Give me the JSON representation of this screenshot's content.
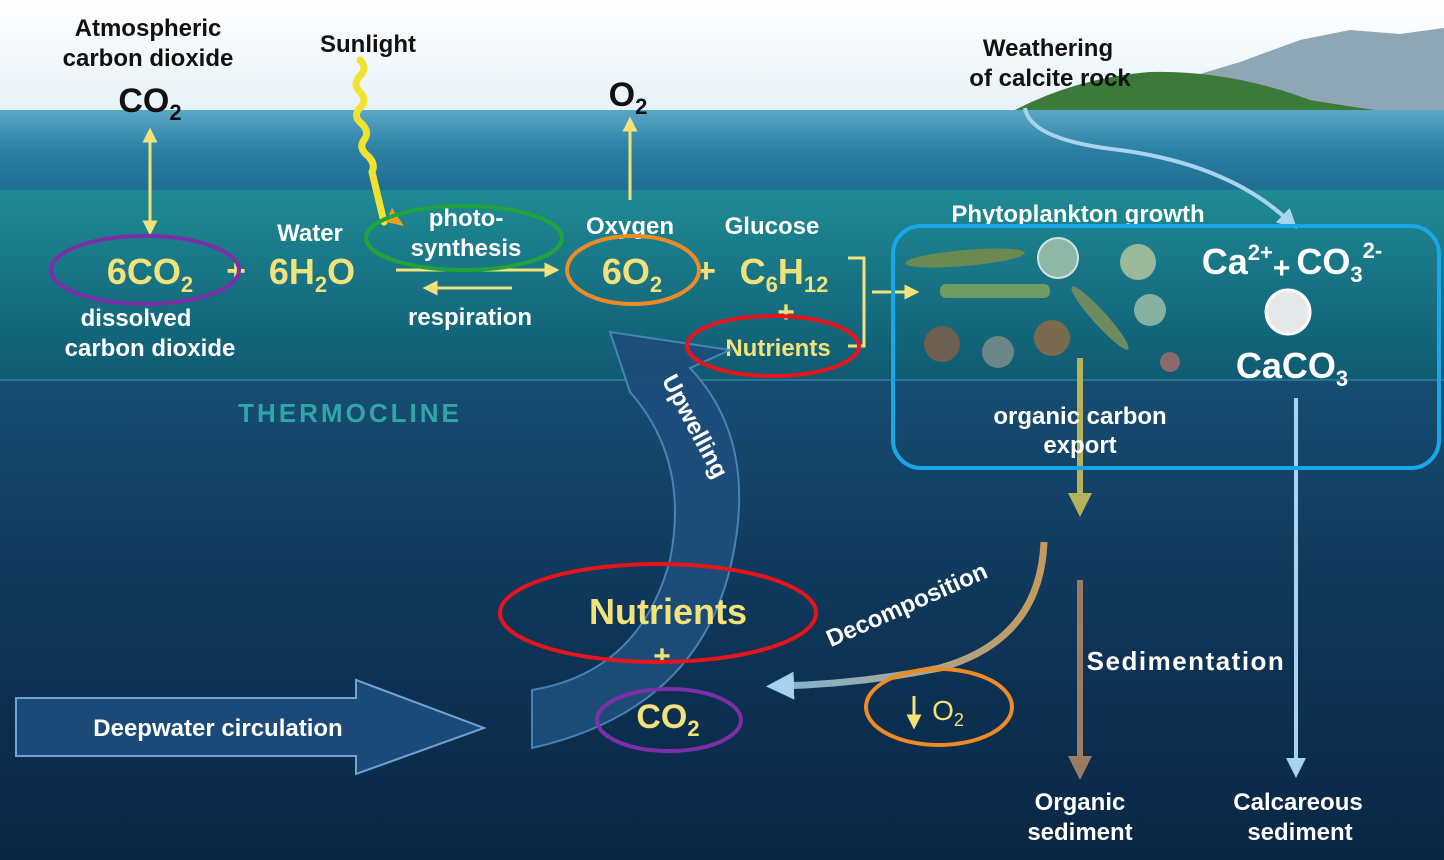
{
  "labels": {
    "atmospheric_co2_line1": "Atmospheric",
    "atmospheric_co2_line2": "carbon dioxide",
    "co2_atm_base": "CO",
    "co2_atm_sub": "2",
    "sunlight": "Sunlight",
    "o2_top_base": "O",
    "o2_top_sub": "2",
    "weathering_line1": "Weathering",
    "weathering_line2": "of calcite rock",
    "water": "Water",
    "photo_line1": "photo-",
    "photo_line2": "synthesis",
    "oxygen": "Oxygen",
    "glucose": "Glucose",
    "phyto_growth": "Phytoplankton growth",
    "eq_6co2_base": "6CO",
    "eq_6co2_sub": "2",
    "eq_plus1": "+",
    "eq_6h2o_a": "6H",
    "eq_6h2o_sub": "2",
    "eq_6h2o_b": "O",
    "eq_6o2_base": "6O",
    "eq_6o2_sub": "2",
    "eq_plus2": "+",
    "eq_c6h12_a": "C",
    "eq_c6h12_sub": "6",
    "eq_c6h12_b": "H",
    "eq_c6h12_sub2": "12",
    "eq_plus3": "+",
    "nutrients_top": "Nutrients",
    "respiration": "respiration",
    "dissolved_line1": "dissolved",
    "dissolved_line2": "carbon dioxide",
    "ca_base": "Ca",
    "ca_sup": "2+",
    "ca_plus": "+",
    "co3_base": "CO",
    "co3_sub": "3",
    "co3_sup": "2-",
    "caco3_base": "CaCO",
    "caco3_sub": "3",
    "thermocline": "THERMOCLINE",
    "upwelling": "Upwelling",
    "organic_export_line1": "organic carbon",
    "organic_export_line2": "export",
    "decomposition": "Decomposition",
    "nutrients_deep": "Nutrients",
    "plus_deep": "+",
    "co2_deep_base": "CO",
    "co2_deep_sub": "2",
    "sedimentation": "Sedimentation",
    "o2_down_base": "O",
    "o2_down_sub": "2",
    "deepwater": "Deepwater circulation",
    "organic_sed_line1": "Organic",
    "organic_sed_line2": "sediment",
    "calcareous_line1": "Calcareous",
    "calcareous_line2": "sediment"
  },
  "colors": {
    "yellow_text": "#f3e27a",
    "white_text": "#ffffff",
    "dark_text": "#111111",
    "purple_ring": "#7d2fa8",
    "green_ring": "#1fa33a",
    "orange_ring": "#f08a24",
    "red_ring": "#e8141c",
    "blue_box": "#1aa7e8",
    "thermocline_text": "#2fa7a6"
  }
}
